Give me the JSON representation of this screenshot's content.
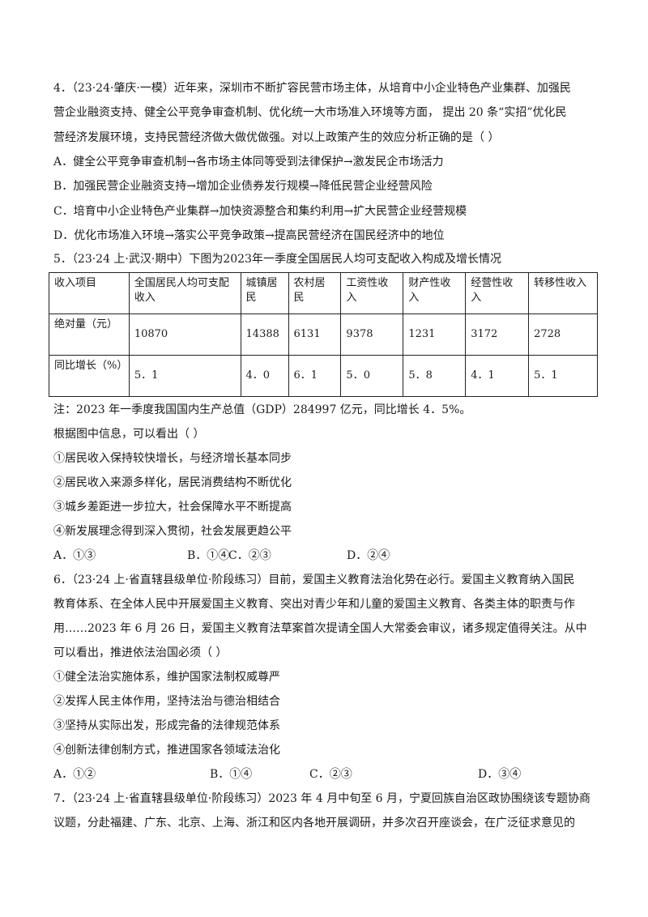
{
  "q4": {
    "lines": [
      "4．（23·24·肇庆·一模）近年来，深圳市不断扩容民营市场主体，从培育中小企业特色产业集群、加强民",
      "营企业融资支持、健全公平竞争审查机制、优化统一大市场准入环境等方面，  提出 20 条“实招”优化民",
      "营经济发展环境，支持民营经济做大做优做强。对以上政策产生的效应分析正确的是（     ）"
    ],
    "options": [
      "A．健全公平竞争审查机制→各市场主体同等受到法律保护→激发民企市场活力",
      "B．加强民营企业融资支持→增加企业债券发行规模→降低民营企业经营风险",
      "C．培育中小企业特色产业集群→加快资源整合和集约利用→扩大民营企业经营规模",
      "D．优化市场准入环境→落实公平竞争政策→提高民营经济在国民经济中的地位"
    ]
  },
  "q5": {
    "stem": "5．（23·24 上·武汉·期中）下图为2023年一季度全国居民人均可支配收入构成及增长情况",
    "table": {
      "rows": [
        [
          "收入项目",
          "全国居民人均可支配收入",
          "城镇居民",
          "农村居民",
          "工资性收入",
          "财产性收入",
          "经营性收入",
          "转移性收入"
        ],
        [
          "绝对量（元）",
          "10870",
          "14388",
          "6131",
          "9378",
          "1231",
          "3172",
          "2728"
        ],
        [
          "同比增长（%）",
          "5．1",
          "4．0",
          "6．1",
          "5．0",
          "5．8",
          "4．1",
          "5．1"
        ]
      ]
    },
    "note": "注：2023 年一季度我国国内生产总值（GDP）284997 亿元，同比增长 4．5%。",
    "question": "根据图中信息，可以看出（     ）",
    "items": [
      "①居民收入保持较快增长，与经济增长基本同步",
      "②居民收入来源多样化，居民消费结构不断优化",
      "③城乡差距进一步拉大，社会保障水平不断提高",
      "④新发展理念得到深入贯彻，社会发展更趋公平"
    ],
    "options": [
      "A．①③",
      "B．①④",
      "C．②③",
      "D．②④"
    ]
  },
  "q6": {
    "lines": [
      "6．（23·24 上·省直辖县级单位·阶段练习）目前，爱国主义教育法治化势在必行。爱国主义教育纳入国民",
      "教育体系、在全体人民中开展爱国主义教育、突出对青少年和儿童的爱国主义教育、各类主体的职责与作",
      "用……2023 年 6 月 26 日，爱国主义教育法草案首次提请全国人大常委会审议，诸多规定值得关注。从中",
      "可以看出，推进依法治国必须（     ）"
    ],
    "items": [
      "①健全法治实施体系，维护国家法制权威尊严",
      "②发挥人民主体作用，坚持法治与德治相结合",
      "③坚持从实际出发，形成完备的法律规范体系",
      "④创新法律创制方式，推进国家各领域法治化"
    ],
    "options": [
      "A．①②",
      "B．①④",
      "C．②③",
      "D．③④"
    ]
  },
  "q7": {
    "lines": [
      "7．（23·24 上·省直辖县级单位·阶段练习）2023 年 4 月中旬至 6 月，宁夏回族自治区政协围绕该专题协商",
      "议题，分赴福建、广东、北京、上海、浙江和区内各地开展调研，并多次召开座谈会，在广泛征求意见的"
    ]
  }
}
